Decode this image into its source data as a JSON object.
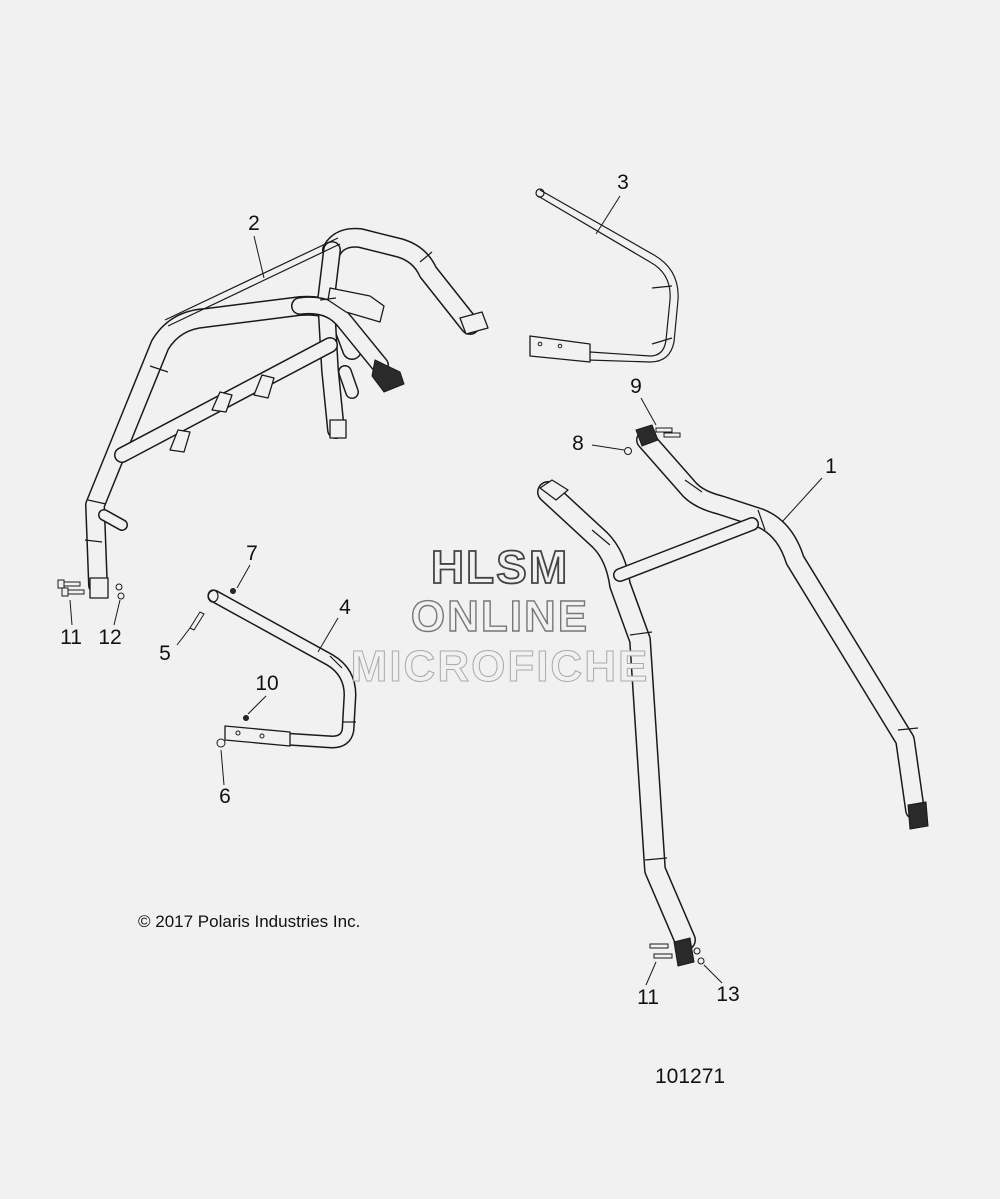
{
  "diagram": {
    "copyright": "© 2017 Polaris Industries Inc.",
    "diagram_number": "101271",
    "watermark": {
      "line1": "HLSM",
      "line2": "ONLINE",
      "line3": "MICROFICHE"
    },
    "callouts": {
      "c1": "1",
      "c2": "2",
      "c3": "3",
      "c4": "4",
      "c5": "5",
      "c6": "6",
      "c7": "7",
      "c8": "8",
      "c9": "9",
      "c10": "10",
      "c11a": "11",
      "c11b": "11",
      "c12": "12",
      "c13": "13"
    },
    "colors": {
      "background": "#f1f1f1",
      "line": "#1a1a1a",
      "tube_fill": "#f1f1f1"
    }
  }
}
